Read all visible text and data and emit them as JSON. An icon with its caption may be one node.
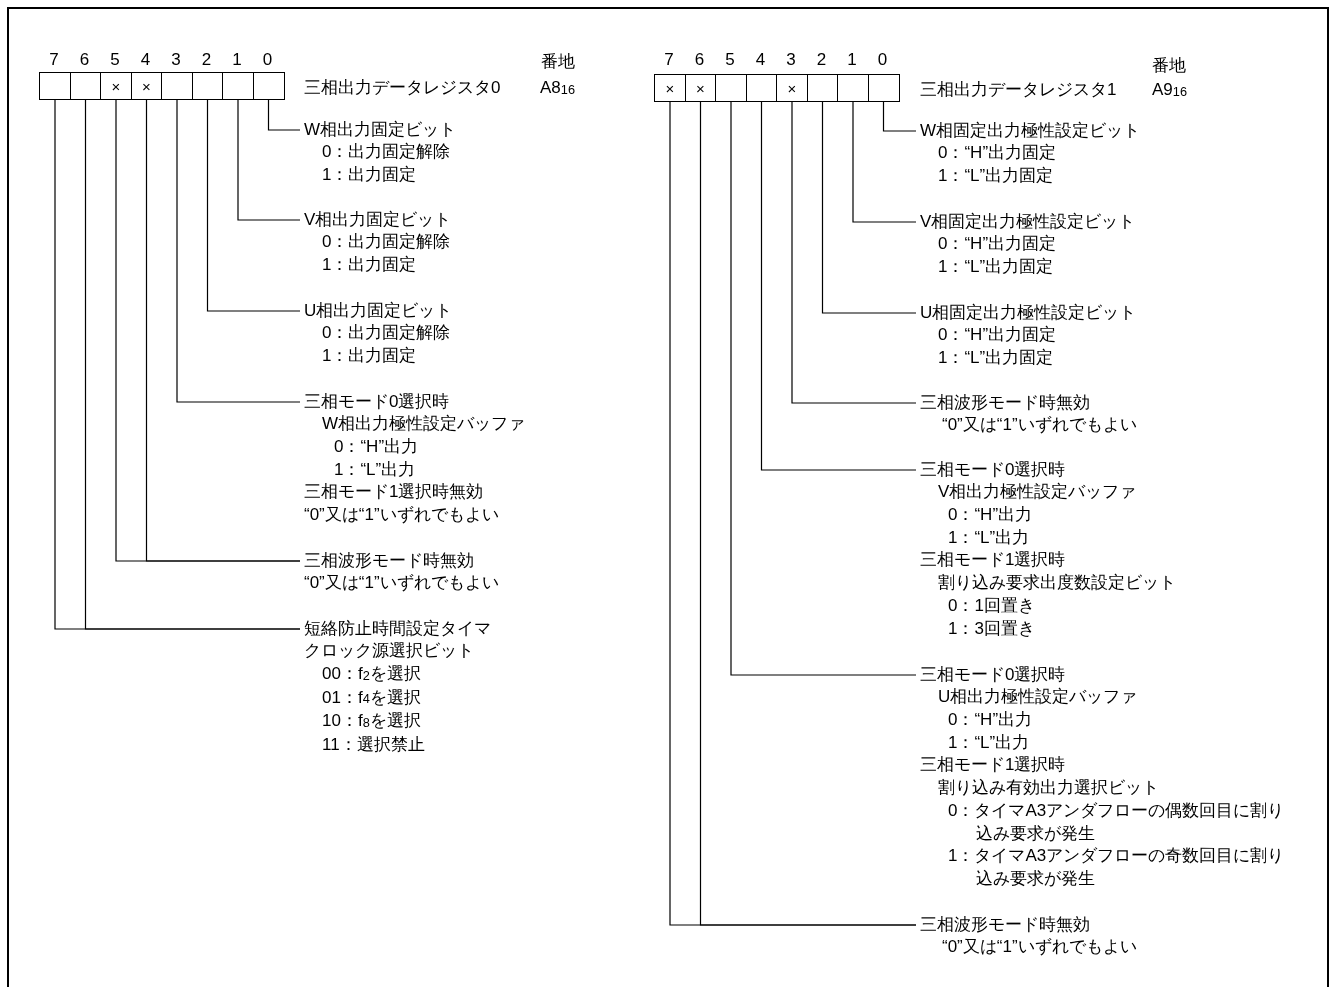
{
  "diagram": {
    "nodes": [
      {
        "text": [],
        "shape": "box"
      },
      {
        "text": [],
        "shape": "box"
      },
      {
        "text": [
          "×"
        ]
      },
      {
        "text": [
          "×"
        ]
      },
      {
        "text": [],
        "shape": "box"
      },
      {
        "text": [],
        "shape": "box"
      },
      {
        "text": [],
        "shape": "box"
      },
      {
        "text": [],
        "shape": "box"
      },
      {
        "text": [
          "W相出力固定ビット",
          "0：出力固定解除",
          "1：出力固定"
        ]
      },
      {
        "text": [
          "V相出力固定ビット",
          "0：出力固定解除",
          "1：出力固定"
        ]
      },
      {
        "text": [
          "U相出力固定ビット",
          "0：出力固定解除",
          "1：出力固定"
        ]
      },
      {
        "text": [
          "三相モード0選択時",
          "W相出力極性設定バッファ",
          "0：“H”出力",
          "1：“L”出力",
          "三相モード1選択時無効",
          "“0”又は“1”いずれでもよい"
        ]
      },
      {
        "text": [
          "三相波形モード時無効",
          "“0”又は“1”いずれでもよい"
        ]
      },
      {
        "text": [
          "短絡防止時間設定タイマ",
          "クロック源選択ビット",
          "00：f$_{2}$を選択",
          "01：f$_{4}$を選択",
          "10：f$_{8}$を選択",
          "11：選択禁止"
        ]
      },
      {
        "text": [
          "×"
        ]
      },
      {
        "text": [
          "×"
        ]
      },
      {
        "text": [],
        "shape": "box"
      },
      {
        "text": [],
        "shape": "box"
      },
      {
        "text": [
          "×"
        ]
      },
      {
        "text": [],
        "shape": "box"
      },
      {
        "text": [],
        "shape": "box"
      },
      {
        "text": [],
        "shape": "box"
      },
      {
        "text": [
          "W相固定出力極性設定ビット",
          "0：“H”出力固定",
          "1：“L”出力固定"
        ]
      },
      {
        "text": [
          "V相固定出力極性設定ビット",
          "0：“H”出力固定",
          "1：“L”出力固定"
        ]
      },
      {
        "text": [
          "U相固定出力極性設定ビット",
          "0：“H”出力固定",
          "1：“L”出力固定"
        ]
      },
      {
        "text": [
          "三相波形モード時無効",
          "“0”又は“1”いずれでもよい"
        ]
      },
      {
        "text": [
          "三相モード0選択時",
          "V相出力極性設定バッファ",
          "0：“H”出力",
          "1：“L”出力",
          "三相モード1選択時",
          "割り込み要求出度数設定ビット",
          "0：1回置き",
          "1：3回置き"
        ]
      },
      {
        "text": [
          "三相モード0選択時",
          "U相出力極性設定バッファ",
          "0：“H”出力",
          "1：“L”出力",
          "三相モード1選択時",
          "割り込み有効出力選択ビット",
          "0：タイマA3アンダフローの偶数回目に割り込み要求が発生",
          "1：タイマA3アンダフローの奇数回目に割り込み要求が発生"
        ]
      },
      {
        "text": [
          "三相波形モード時無効",
          "“0”又は“1”いずれでもよい"
        ]
      }
    ],
    "edges": [
      {
        "from": 7,
        "to": 8,
        "arrow": "none"
      },
      {
        "from": 6,
        "to": 9,
        "arrow": "none"
      },
      {
        "from": 5,
        "to": 10,
        "arrow": "none"
      },
      {
        "from": 4,
        "to": 11,
        "arrow": "none"
      },
      {
        "from": 3,
        "to": 12,
        "arrow": "none"
      },
      {
        "from": 2,
        "to": 12,
        "arrow": "none"
      },
      {
        "from": 1,
        "to": 13,
        "arrow": "none"
      },
      {
        "from": 0,
        "to": 13,
        "arrow": "none"
      },
      {
        "from": 21,
        "to": 22,
        "arrow": "none"
      },
      {
        "from": 20,
        "to": 23,
        "arrow": "none"
      },
      {
        "from": 19,
        "to": 24,
        "arrow": "none"
      },
      {
        "from": 18,
        "to": 25,
        "arrow": "none"
      },
      {
        "from": 17,
        "to": 26,
        "arrow": "none"
      },
      {
        "from": 16,
        "to": 27,
        "arrow": "none"
      },
      {
        "from": 15,
        "to": 28,
        "arrow": "none"
      },
      {
        "from": 14,
        "to": 28,
        "arrow": "none"
      }
    ],
    "labels": [
      "7",
      "6",
      "5",
      "4",
      "3",
      "2",
      "1",
      "0",
      "番地",
      "三相出力データレジスタ0",
      "A8$_{16}$",
      "7",
      "6",
      "5",
      "4",
      "3",
      "2",
      "1",
      "0",
      "番地",
      "三相出力データレジスタ1",
      "A9$_{16}$"
    ]
  }
}
